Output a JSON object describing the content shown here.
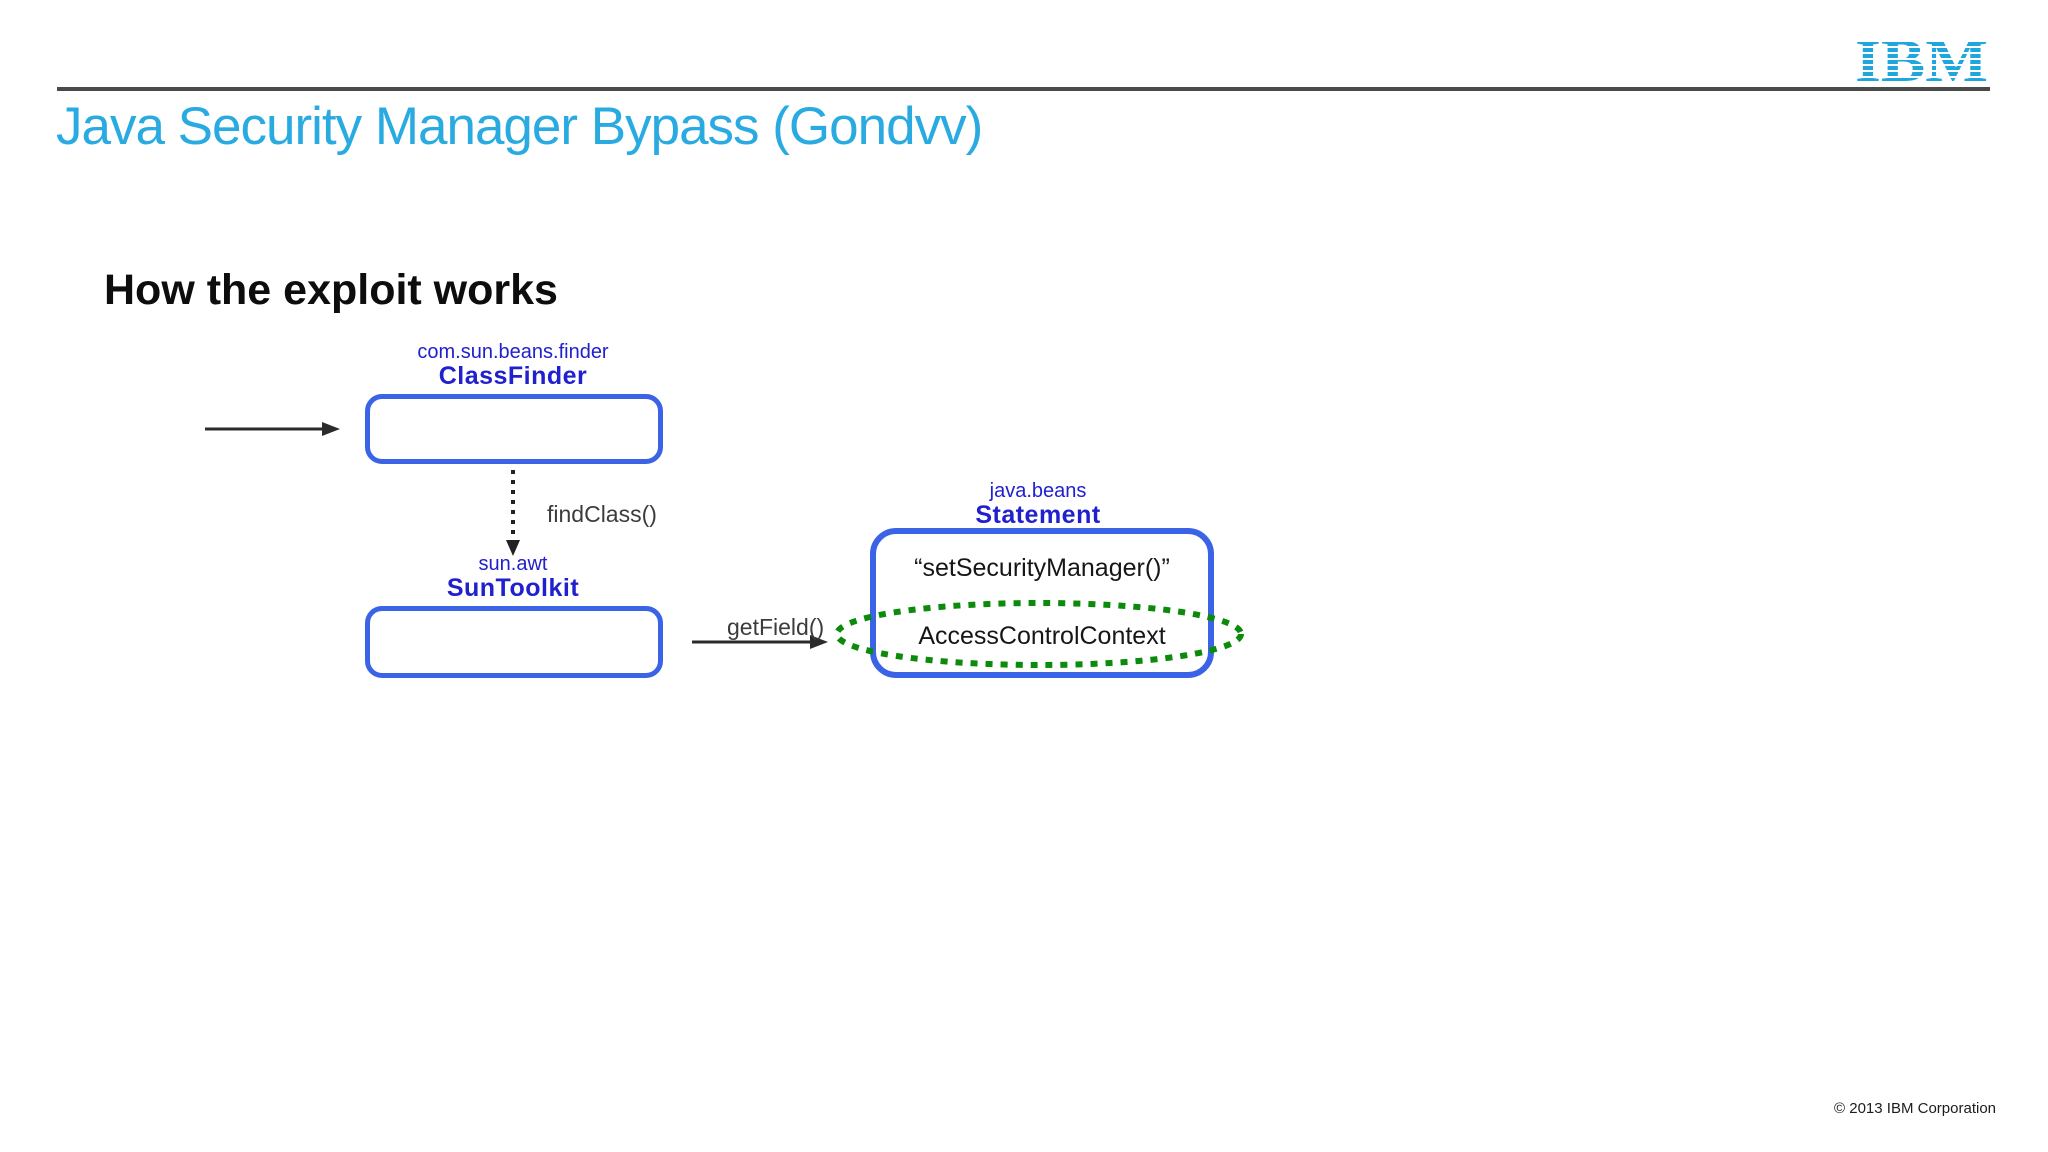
{
  "slide": {
    "title": "Java Security Manager Bypass (Gondvv)",
    "heading": "How the exploit works",
    "footer": "© 2013 IBM Corporation",
    "logo_text": "IBM"
  },
  "colors": {
    "title_cyan": "#29abe2",
    "logo_cyan": "#1fa6dc",
    "box_border_blue": "#3b63e6",
    "label_blue": "#2020ce",
    "ellipse_green": "#0b8a0b",
    "rule_gray": "#4a4a4a",
    "arrow_black": "#2b2b2b"
  },
  "diagram": {
    "class_finder": {
      "package": "com.sun.beans.finder",
      "name": "ClassFinder"
    },
    "sun_toolkit": {
      "package": "sun.awt",
      "name": "SunToolkit"
    },
    "statement": {
      "package": "java.beans",
      "name": "Statement",
      "method": "“setSecurityManager()”",
      "field": "AccessControlContext"
    },
    "edges": {
      "find_class": "findClass()",
      "get_field": "getField()"
    }
  }
}
